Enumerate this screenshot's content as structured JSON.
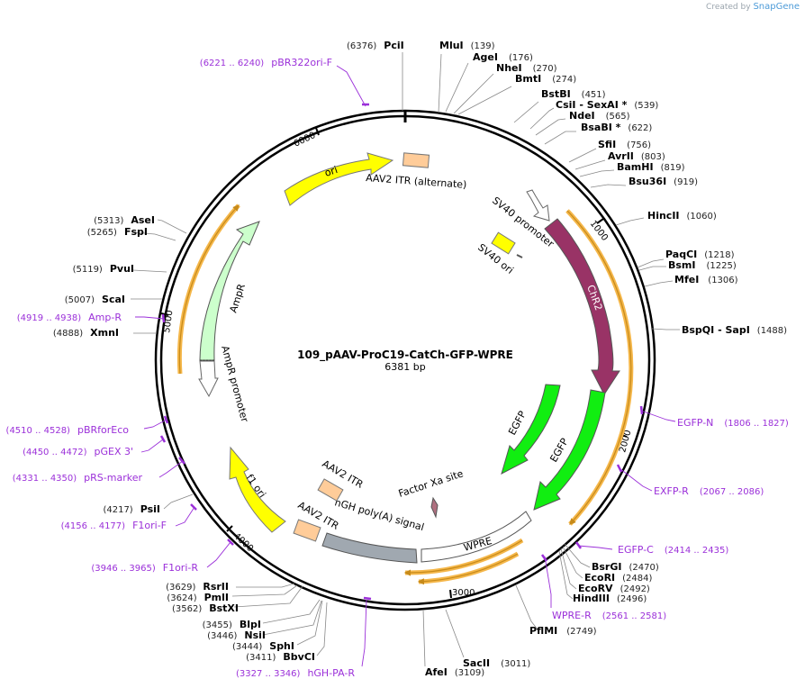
{
  "watermark": {
    "prefix": "Created by",
    "brand": "SnapGene"
  },
  "plasmid": {
    "name": "109_pAAV-ProC19-CatCh-GFP-WPRE",
    "length_label": "6381 bp"
  },
  "ticks": [
    "1000",
    "2000",
    "3000",
    "4000",
    "5000",
    "6000"
  ],
  "enzymes_right": [
    {
      "name": "PciI",
      "num": "(6376)"
    },
    {
      "name": "MluI",
      "num": "(139)"
    },
    {
      "name": "AgeI",
      "num": "(176)"
    },
    {
      "name": "NheI",
      "num": "(270)"
    },
    {
      "name": "BmtI",
      "num": "(274)"
    },
    {
      "name": "BstBI",
      "num": "(451)"
    },
    {
      "name": "CsiI  - SexAI *",
      "num": "(539)"
    },
    {
      "name": "NdeI",
      "num": "(565)"
    },
    {
      "name": "BsaBI *",
      "num": "(622)"
    },
    {
      "name": "SfiI",
      "num": "(756)"
    },
    {
      "name": "AvrII",
      "num": "(803)"
    },
    {
      "name": "BamHI",
      "num": "(819)"
    },
    {
      "name": "Bsu36I",
      "num": "(919)"
    },
    {
      "name": "HincII",
      "num": "(1060)"
    },
    {
      "name": "PaqCI",
      "num": "(1218)"
    },
    {
      "name": "BsmI",
      "num": "(1225)"
    },
    {
      "name": "MfeI",
      "num": "(1306)"
    },
    {
      "name": "BspQI  - SapI",
      "num": "(1488)"
    },
    {
      "name": "BsrGI",
      "num": "(2470)"
    },
    {
      "name": "EcoRI",
      "num": "(2484)"
    },
    {
      "name": "EcoRV",
      "num": "(2492)"
    },
    {
      "name": "HindIII",
      "num": "(2496)"
    },
    {
      "name": "PflMI",
      "num": "(2749)"
    },
    {
      "name": "SacII",
      "num": "(3011)"
    },
    {
      "name": "AfeI",
      "num": "(3109)"
    }
  ],
  "enzymes_left": [
    {
      "name": "AseI",
      "num": "(5313)"
    },
    {
      "name": "FspI",
      "num": "(5265)"
    },
    {
      "name": "PvuI",
      "num": "(5119)"
    },
    {
      "name": "ScaI",
      "num": "(5007)"
    },
    {
      "name": "XmnI",
      "num": "(4888)"
    },
    {
      "name": "PsiI",
      "num": "(4217)"
    },
    {
      "name": "RsrII",
      "num": "(3629)"
    },
    {
      "name": "PmlI",
      "num": "(3624)"
    },
    {
      "name": "BstXI",
      "num": "(3562)"
    },
    {
      "name": "BlpI",
      "num": "(3455)"
    },
    {
      "name": "NsiI",
      "num": "(3446)"
    },
    {
      "name": "SphI",
      "num": "(3444)"
    },
    {
      "name": "BbvCI",
      "num": "(3411)"
    }
  ],
  "primers": [
    {
      "name": "pBR322ori-F",
      "range": "(6221 .. 6240)"
    },
    {
      "name": "EGFP-N",
      "range": "(1806 .. 1827)"
    },
    {
      "name": "EXFP-R",
      "range": "(2067 .. 2086)"
    },
    {
      "name": "EGFP-C",
      "range": "(2414 .. 2435)"
    },
    {
      "name": "WPRE-R",
      "range": "(2561 .. 2581)"
    },
    {
      "name": "hGH-PA-R",
      "range": "(3327 .. 3346)"
    },
    {
      "name": "F1ori-R",
      "range": "(3946 .. 3965)"
    },
    {
      "name": "F1ori-F",
      "range": "(4156 .. 4177)"
    },
    {
      "name": "pRS-marker",
      "range": "(4331 .. 4350)"
    },
    {
      "name": "pGEX 3'",
      "range": "(4450 .. 4472)"
    },
    {
      "name": "pBRforEco",
      "range": "(4510 .. 4528)"
    },
    {
      "name": "Amp-R",
      "range": "(4919 .. 4938)"
    }
  ],
  "features": {
    "ori": "ori",
    "aav2_itr_alt": "AAV2 ITR (alternate)",
    "sv40_promoter": "SV40 promoter",
    "sv40_ori": "SV40 ori",
    "chr2": "ChR2",
    "egfp1": "EGFP",
    "egfp2": "EGFP",
    "factor_xa": "Factor Xa site",
    "aav2_itr1": "AAV2 ITR",
    "aav2_itr2": "AAV2 ITR",
    "hgh": "hGH poly(A) signal",
    "wpre": "WPRE",
    "f1ori": "f1 ori",
    "ampr": "AmpR",
    "ampr_promoter": "AmpR promoter"
  },
  "colors": {
    "ori": "#ffff00",
    "itr": "#ffcc99",
    "chr2": "#993366",
    "egfp": "#11ee11",
    "ampr": "#ccffcc",
    "hgh": "#a0a8b0",
    "orf_glow": "#f5b74a",
    "primer": "#9b30d9"
  }
}
